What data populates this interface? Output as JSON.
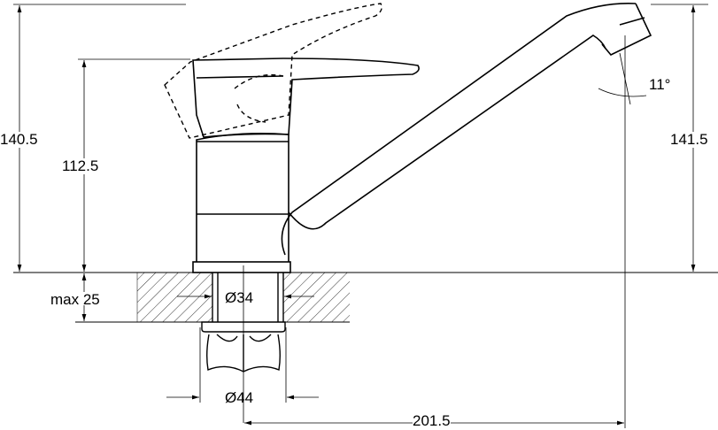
{
  "drawing": {
    "title": "Single-lever kitchen faucet dimension drawing",
    "dimensions": {
      "total_height_left": "140.5",
      "body_height": "112.5",
      "spout_height": "141.5",
      "spout_angle": "11°",
      "max_counter_thickness": "max 25",
      "hole_diameter": "Ø34",
      "nut_diameter": "Ø44",
      "spout_reach": "201.5"
    },
    "colors": {
      "line": "#000000",
      "background": "#ffffff"
    }
  }
}
